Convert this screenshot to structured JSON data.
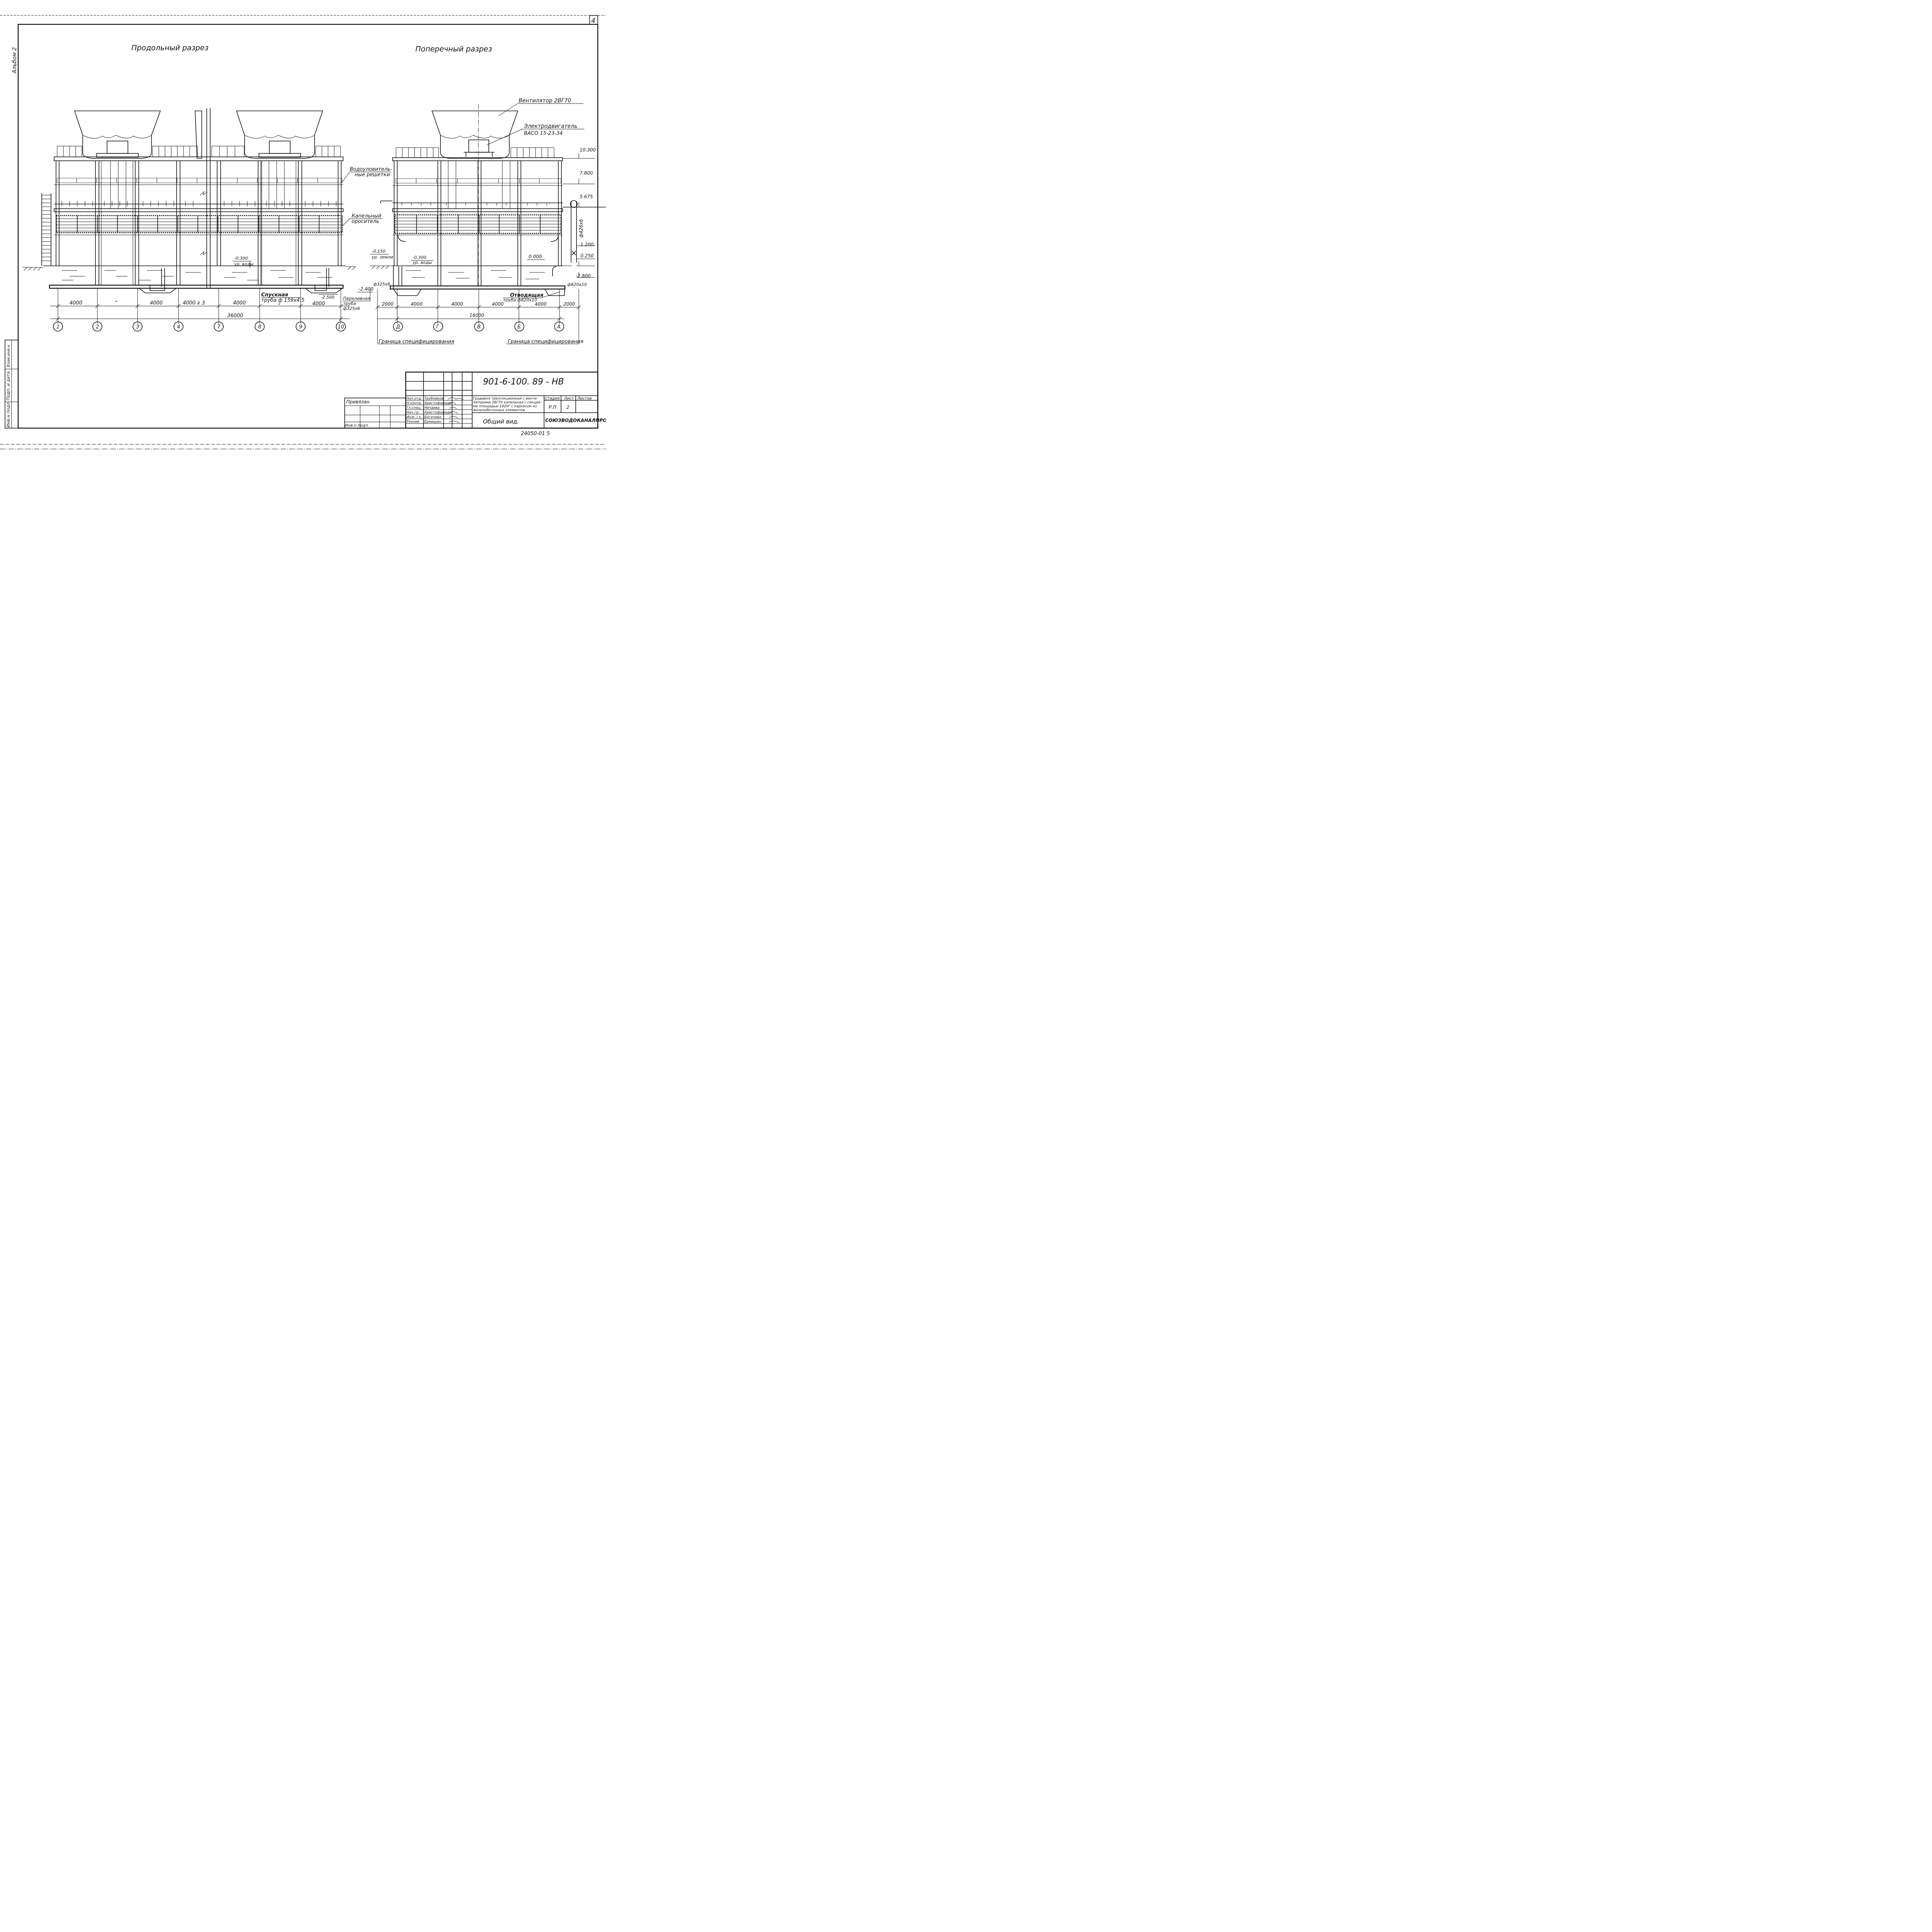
{
  "sheet": {
    "sheet_number": "4",
    "album_label": "Альбом 2",
    "left_stamp": [
      "Инв.н подл.",
      "Подп. и дата",
      "Взам.инв.н"
    ]
  },
  "views": {
    "longitudinal": {
      "title": "Продольный разрез",
      "callouts": [
        {
          "id": "drift",
          "text": [
            "Водоуловитель-",
            "ные решетки"
          ]
        },
        {
          "id": "fill",
          "text": [
            "Капельный",
            "ороситель"
          ]
        }
      ],
      "water_level": [
        "-0.300",
        "ур. воды"
      ],
      "drain_pipe": [
        "Спускная",
        "труба ф 159х4.5"
      ],
      "overflow_pipe": [
        "Переливная",
        "труба",
        "ф325х6"
      ],
      "level_2500": "-2.500",
      "spans": [
        "4000",
        "\"",
        "4000",
        "4000 х 3",
        "4000",
        "\"",
        "4000"
      ],
      "total": "36000",
      "axes": [
        "1",
        "2",
        "3",
        "4",
        "7",
        "8",
        "9",
        "10"
      ]
    },
    "transverse": {
      "title": "Поперечный разрез",
      "fan_label": "Вентилятор 2ВГ70",
      "motor_label": [
        "Электродвигатель",
        "ВАСО 15-23-34"
      ],
      "elevations": [
        "10.300",
        "7.800",
        "5.675",
        "1.200",
        "0.250",
        "0.000",
        "-2.800",
        "-2.400"
      ],
      "ground": [
        "-0.150",
        "ур. земли"
      ],
      "water_level": [
        "-0.300",
        "ур. воды"
      ],
      "riser_pipe": "ф426х6",
      "outlet_pipe": [
        "Отводящая",
        "труба ф820х10"
      ],
      "outlet_diam": "ф820х10",
      "overflow_diam": "ф325х6",
      "spans": [
        "2000",
        "4000",
        "4000",
        "4000",
        "4000",
        "2000"
      ],
      "total": "16000",
      "axes": [
        "Д",
        "Г",
        "В",
        "Б",
        "А"
      ],
      "boundary_left": "Граница специфицирования",
      "boundary_right": "Граница специфицирования"
    }
  },
  "title_block": {
    "doc_code": "901-6-100. 89 - НВ",
    "bound_label": "Привязан",
    "inv_label": "Инв.н подл.",
    "roles": [
      "Нач.отд.",
      "Н.контр.",
      "Гл.спец.",
      "Нач.гр.",
      "Инж. I к.",
      "Техник"
    ],
    "names": [
      "Трубников",
      "Христофориди",
      "Нечаева",
      "Христофориди",
      "Богачева",
      "Ермишин"
    ],
    "description": [
      "Градирня трехсекционная с венти-",
      "ляторами 2ВГ70 капельная с секция-",
      "ми площадью 192м² с каркасом из",
      "железобетонных элементов"
    ],
    "stage_header": "Стадия",
    "sheet_header": "Лист",
    "sheets_header": "Листов",
    "stage": "Р.П",
    "sheet": "2",
    "sheets": "",
    "view_name": "Общий вид.",
    "organization": "СОЮЗВОДОКАНАЛПРОЕКТ",
    "archive_code": "24050-01 5"
  }
}
